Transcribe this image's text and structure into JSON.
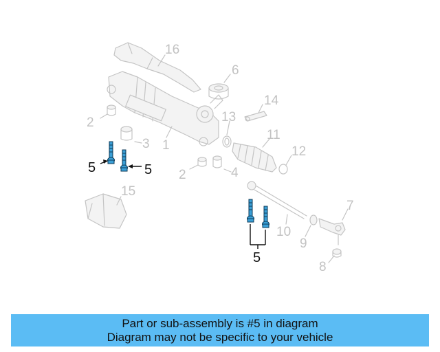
{
  "diagram": {
    "labels": {
      "l1": "1",
      "l2a": "2",
      "l2b": "2",
      "l3": "3",
      "l4": "4",
      "l5a": "5",
      "l5b": "5",
      "l5c": "5",
      "l6": "6",
      "l7": "7",
      "l8": "8",
      "l9": "9",
      "l10": "10",
      "l11": "11",
      "l12": "12",
      "l13": "13",
      "l14": "14",
      "l15": "15",
      "l16": "16"
    },
    "highlight_color": "#3a9fd6"
  },
  "banner": {
    "line1": "Part or sub-assembly is #5 in diagram",
    "line2": "Diagram may not be specific to your vehicle",
    "background": "#5bbcf4"
  }
}
